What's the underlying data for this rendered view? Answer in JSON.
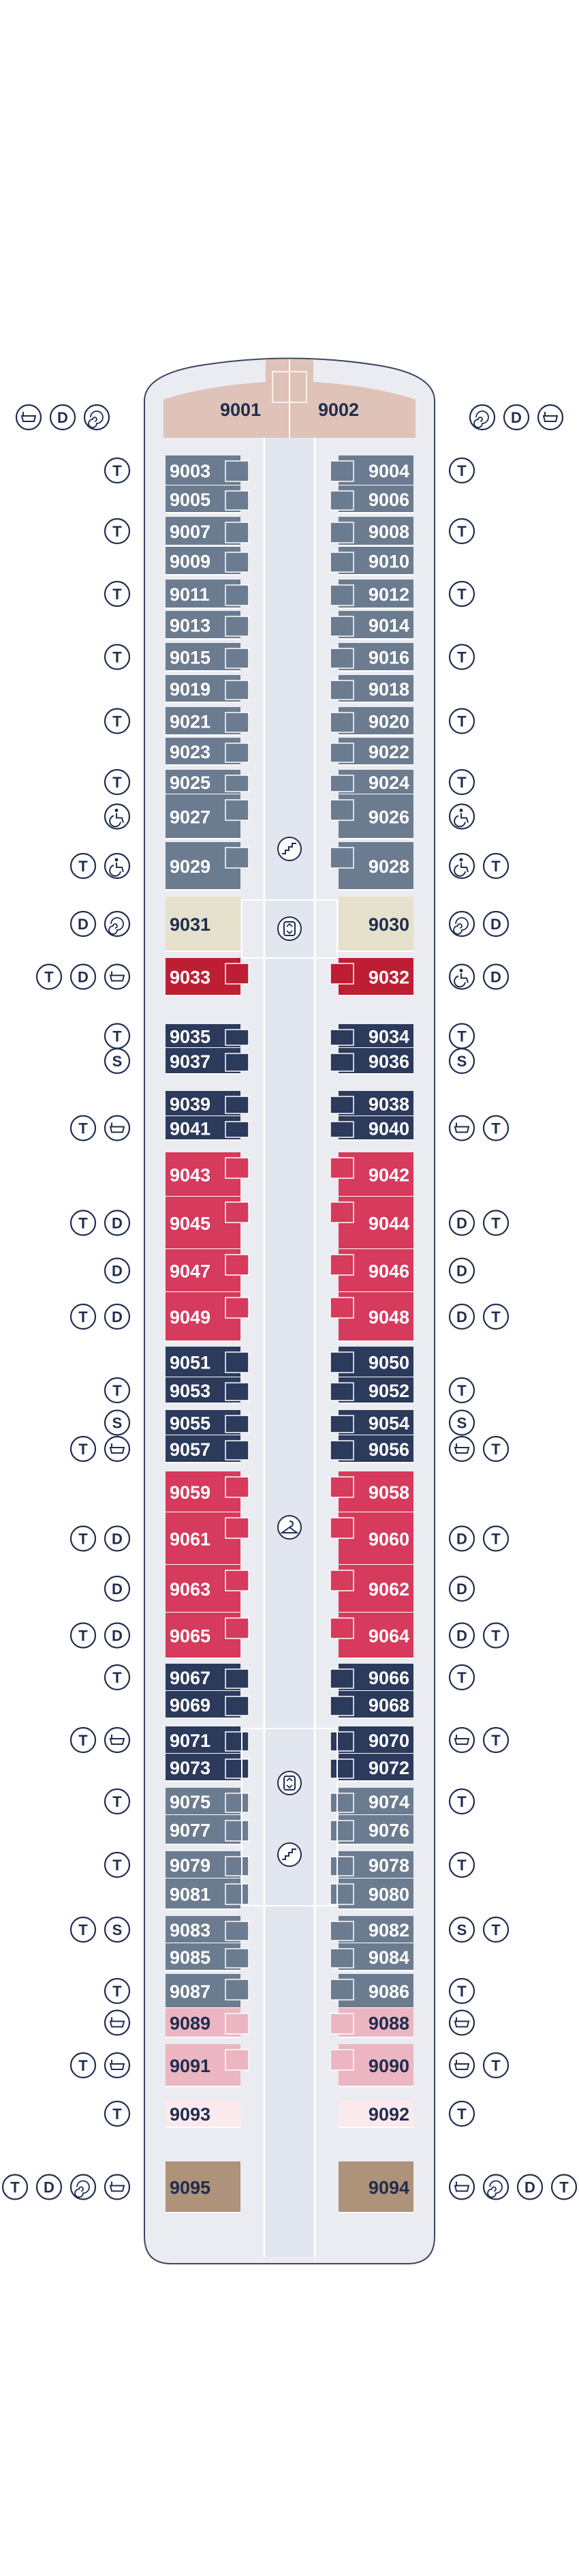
{
  "colors": {
    "slate": "#6c7c90",
    "navy": "#2c3a5c",
    "red": "#d63a5c",
    "darkred": "#be1e34",
    "beige": "#e6e1cc",
    "pink": "#ebb6c1",
    "lightpink": "#fbe9ed",
    "brown": "#ae9279",
    "bow": "#dfc3b8",
    "hull": "#eaecf1",
    "corridor": "#e2e6ee"
  },
  "bow": {
    "left_label": "9001",
    "right_label": "9002"
  },
  "legend_symbols": [
    {
      "key": "T",
      "meaning": "twin-beds"
    },
    {
      "key": "D",
      "meaning": "double-bed"
    },
    {
      "key": "S",
      "meaning": "sofa-bed"
    },
    {
      "key": "B",
      "meaning": "bathtub"
    },
    {
      "key": "W",
      "meaning": "whirlpool"
    },
    {
      "key": "A",
      "meaning": "wheelchair-accessible"
    }
  ],
  "left_cabins": [
    {
      "num": "9003",
      "color": "slate",
      "icons": [
        "T"
      ]
    },
    {
      "num": "9005",
      "color": "slate",
      "icons": []
    },
    {
      "num": "9007",
      "color": "slate",
      "icons": [
        "T"
      ]
    },
    {
      "num": "9009",
      "color": "slate",
      "icons": []
    },
    {
      "num": "9011",
      "color": "slate",
      "icons": [
        "T"
      ]
    },
    {
      "num": "9013",
      "color": "slate",
      "icons": []
    },
    {
      "num": "9015",
      "color": "slate",
      "icons": [
        "T"
      ]
    },
    {
      "num": "9019",
      "color": "slate",
      "icons": []
    },
    {
      "num": "9021",
      "color": "slate",
      "icons": [
        "T"
      ]
    },
    {
      "num": "9023",
      "color": "slate",
      "icons": []
    },
    {
      "num": "9025",
      "color": "slate",
      "icons": [
        "T"
      ]
    },
    {
      "num": "9027",
      "color": "slate",
      "icons": [
        "A"
      ]
    },
    {
      "num": "9029",
      "color": "slate",
      "icons": [
        "T",
        "A"
      ]
    },
    {
      "num": "9031",
      "color": "beige",
      "icons": [
        "D",
        "W"
      ]
    },
    {
      "num": "9033",
      "color": "darkred",
      "icons": [
        "T",
        "D",
        "B"
      ]
    },
    {
      "num": "9035",
      "color": "navy",
      "icons": [
        "T"
      ]
    },
    {
      "num": "9037",
      "color": "navy",
      "icons": [
        "S"
      ]
    },
    {
      "num": "9039",
      "color": "navy",
      "icons": []
    },
    {
      "num": "9041",
      "color": "navy",
      "icons": [
        "T",
        "B"
      ]
    },
    {
      "num": "9043",
      "color": "red",
      "icons": []
    },
    {
      "num": "9045",
      "color": "red",
      "icons": [
        "T",
        "D"
      ]
    },
    {
      "num": "9047",
      "color": "red",
      "icons": [
        "D"
      ]
    },
    {
      "num": "9049",
      "color": "red",
      "icons": [
        "T",
        "D"
      ]
    },
    {
      "num": "9051",
      "color": "navy",
      "icons": []
    },
    {
      "num": "9053",
      "color": "navy",
      "icons": [
        "T"
      ]
    },
    {
      "num": "9055",
      "color": "navy",
      "icons": [
        "S"
      ]
    },
    {
      "num": "9057",
      "color": "navy",
      "icons": [
        "T",
        "B"
      ]
    },
    {
      "num": "9059",
      "color": "red",
      "icons": []
    },
    {
      "num": "9061",
      "color": "red",
      "icons": [
        "T",
        "D"
      ]
    },
    {
      "num": "9063",
      "color": "red",
      "icons": [
        "D"
      ]
    },
    {
      "num": "9065",
      "color": "red",
      "icons": [
        "T",
        "D"
      ]
    },
    {
      "num": "9067",
      "color": "navy",
      "icons": [
        "T"
      ]
    },
    {
      "num": "9069",
      "color": "navy",
      "icons": []
    },
    {
      "num": "9071",
      "color": "navy",
      "icons": [
        "T",
        "B"
      ]
    },
    {
      "num": "9073",
      "color": "navy",
      "icons": []
    },
    {
      "num": "9075",
      "color": "slate",
      "icons": [
        "T"
      ]
    },
    {
      "num": "9077",
      "color": "slate",
      "icons": []
    },
    {
      "num": "9079",
      "color": "slate",
      "icons": [
        "T"
      ]
    },
    {
      "num": "9081",
      "color": "slate",
      "icons": []
    },
    {
      "num": "9083",
      "color": "slate",
      "icons": [
        "T",
        "S"
      ]
    },
    {
      "num": "9085",
      "color": "slate",
      "icons": []
    },
    {
      "num": "9087",
      "color": "slate",
      "icons": [
        "T"
      ]
    },
    {
      "num": "9089",
      "color": "pink",
      "icons": [
        "B"
      ]
    },
    {
      "num": "9091",
      "color": "pink",
      "icons": [
        "T",
        "B"
      ]
    },
    {
      "num": "9093",
      "color": "lightpink",
      "icons": [
        "T"
      ]
    },
    {
      "num": "9095",
      "color": "brown",
      "icons": [
        "T",
        "D",
        "W",
        "B"
      ]
    }
  ],
  "right_cabins": [
    {
      "num": "9004",
      "color": "slate",
      "icons": [
        "T"
      ]
    },
    {
      "num": "9006",
      "color": "slate",
      "icons": []
    },
    {
      "num": "9008",
      "color": "slate",
      "icons": [
        "T"
      ]
    },
    {
      "num": "9010",
      "color": "slate",
      "icons": []
    },
    {
      "num": "9012",
      "color": "slate",
      "icons": [
        "T"
      ]
    },
    {
      "num": "9014",
      "color": "slate",
      "icons": []
    },
    {
      "num": "9016",
      "color": "slate",
      "icons": [
        "T"
      ]
    },
    {
      "num": "9018",
      "color": "slate",
      "icons": []
    },
    {
      "num": "9020",
      "color": "slate",
      "icons": [
        "T"
      ]
    },
    {
      "num": "9022",
      "color": "slate",
      "icons": []
    },
    {
      "num": "9024",
      "color": "slate",
      "icons": [
        "T"
      ]
    },
    {
      "num": "9026",
      "color": "slate",
      "icons": [
        "A"
      ]
    },
    {
      "num": "9028",
      "color": "slate",
      "icons": [
        "A",
        "T"
      ]
    },
    {
      "num": "9030",
      "color": "beige",
      "icons": [
        "W",
        "D"
      ]
    },
    {
      "num": "9032",
      "color": "darkred",
      "icons": [
        "A",
        "D"
      ]
    },
    {
      "num": "9034",
      "color": "navy",
      "icons": [
        "T"
      ]
    },
    {
      "num": "9036",
      "color": "navy",
      "icons": [
        "S"
      ]
    },
    {
      "num": "9038",
      "color": "navy",
      "icons": []
    },
    {
      "num": "9040",
      "color": "navy",
      "icons": [
        "B",
        "T"
      ]
    },
    {
      "num": "9042",
      "color": "red",
      "icons": []
    },
    {
      "num": "9044",
      "color": "red",
      "icons": [
        "D",
        "T"
      ]
    },
    {
      "num": "9046",
      "color": "red",
      "icons": [
        "D"
      ]
    },
    {
      "num": "9048",
      "color": "red",
      "icons": [
        "D",
        "T"
      ]
    },
    {
      "num": "9050",
      "color": "navy",
      "icons": []
    },
    {
      "num": "9052",
      "color": "navy",
      "icons": [
        "T"
      ]
    },
    {
      "num": "9054",
      "color": "navy",
      "icons": [
        "S"
      ]
    },
    {
      "num": "9056",
      "color": "navy",
      "icons": [
        "B",
        "T"
      ]
    },
    {
      "num": "9058",
      "color": "red",
      "icons": []
    },
    {
      "num": "9060",
      "color": "red",
      "icons": [
        "D",
        "T"
      ]
    },
    {
      "num": "9062",
      "color": "red",
      "icons": [
        "D"
      ]
    },
    {
      "num": "9064",
      "color": "red",
      "icons": [
        "D",
        "T"
      ]
    },
    {
      "num": "9066",
      "color": "navy",
      "icons": [
        "T"
      ]
    },
    {
      "num": "9068",
      "color": "navy",
      "icons": []
    },
    {
      "num": "9070",
      "color": "navy",
      "icons": [
        "B",
        "T"
      ]
    },
    {
      "num": "9072",
      "color": "navy",
      "icons": []
    },
    {
      "num": "9074",
      "color": "slate",
      "icons": [
        "T"
      ]
    },
    {
      "num": "9076",
      "color": "slate",
      "icons": []
    },
    {
      "num": "9078",
      "color": "slate",
      "icons": [
        "T"
      ]
    },
    {
      "num": "9080",
      "color": "slate",
      "icons": []
    },
    {
      "num": "9082",
      "color": "slate",
      "icons": [
        "S",
        "T"
      ]
    },
    {
      "num": "9084",
      "color": "slate",
      "icons": []
    },
    {
      "num": "9086",
      "color": "slate",
      "icons": [
        "T"
      ]
    },
    {
      "num": "9088",
      "color": "pink",
      "icons": [
        "B"
      ]
    },
    {
      "num": "9090",
      "color": "pink",
      "icons": [
        "B",
        "T"
      ]
    },
    {
      "num": "9092",
      "color": "lightpink",
      "icons": [
        "T"
      ]
    },
    {
      "num": "9094",
      "color": "brown",
      "icons": [
        "B",
        "W",
        "D",
        "T"
      ]
    }
  ],
  "amenities": [
    {
      "name": "stairs",
      "symbol": "stairs-icon"
    },
    {
      "name": "elevator",
      "symbol": "elevator-icon"
    },
    {
      "name": "laundry",
      "symbol": "hanger-icon"
    },
    {
      "name": "elevator-aft",
      "symbol": "elevator-icon"
    },
    {
      "name": "stairs-aft",
      "symbol": "stairs-icon"
    }
  ]
}
